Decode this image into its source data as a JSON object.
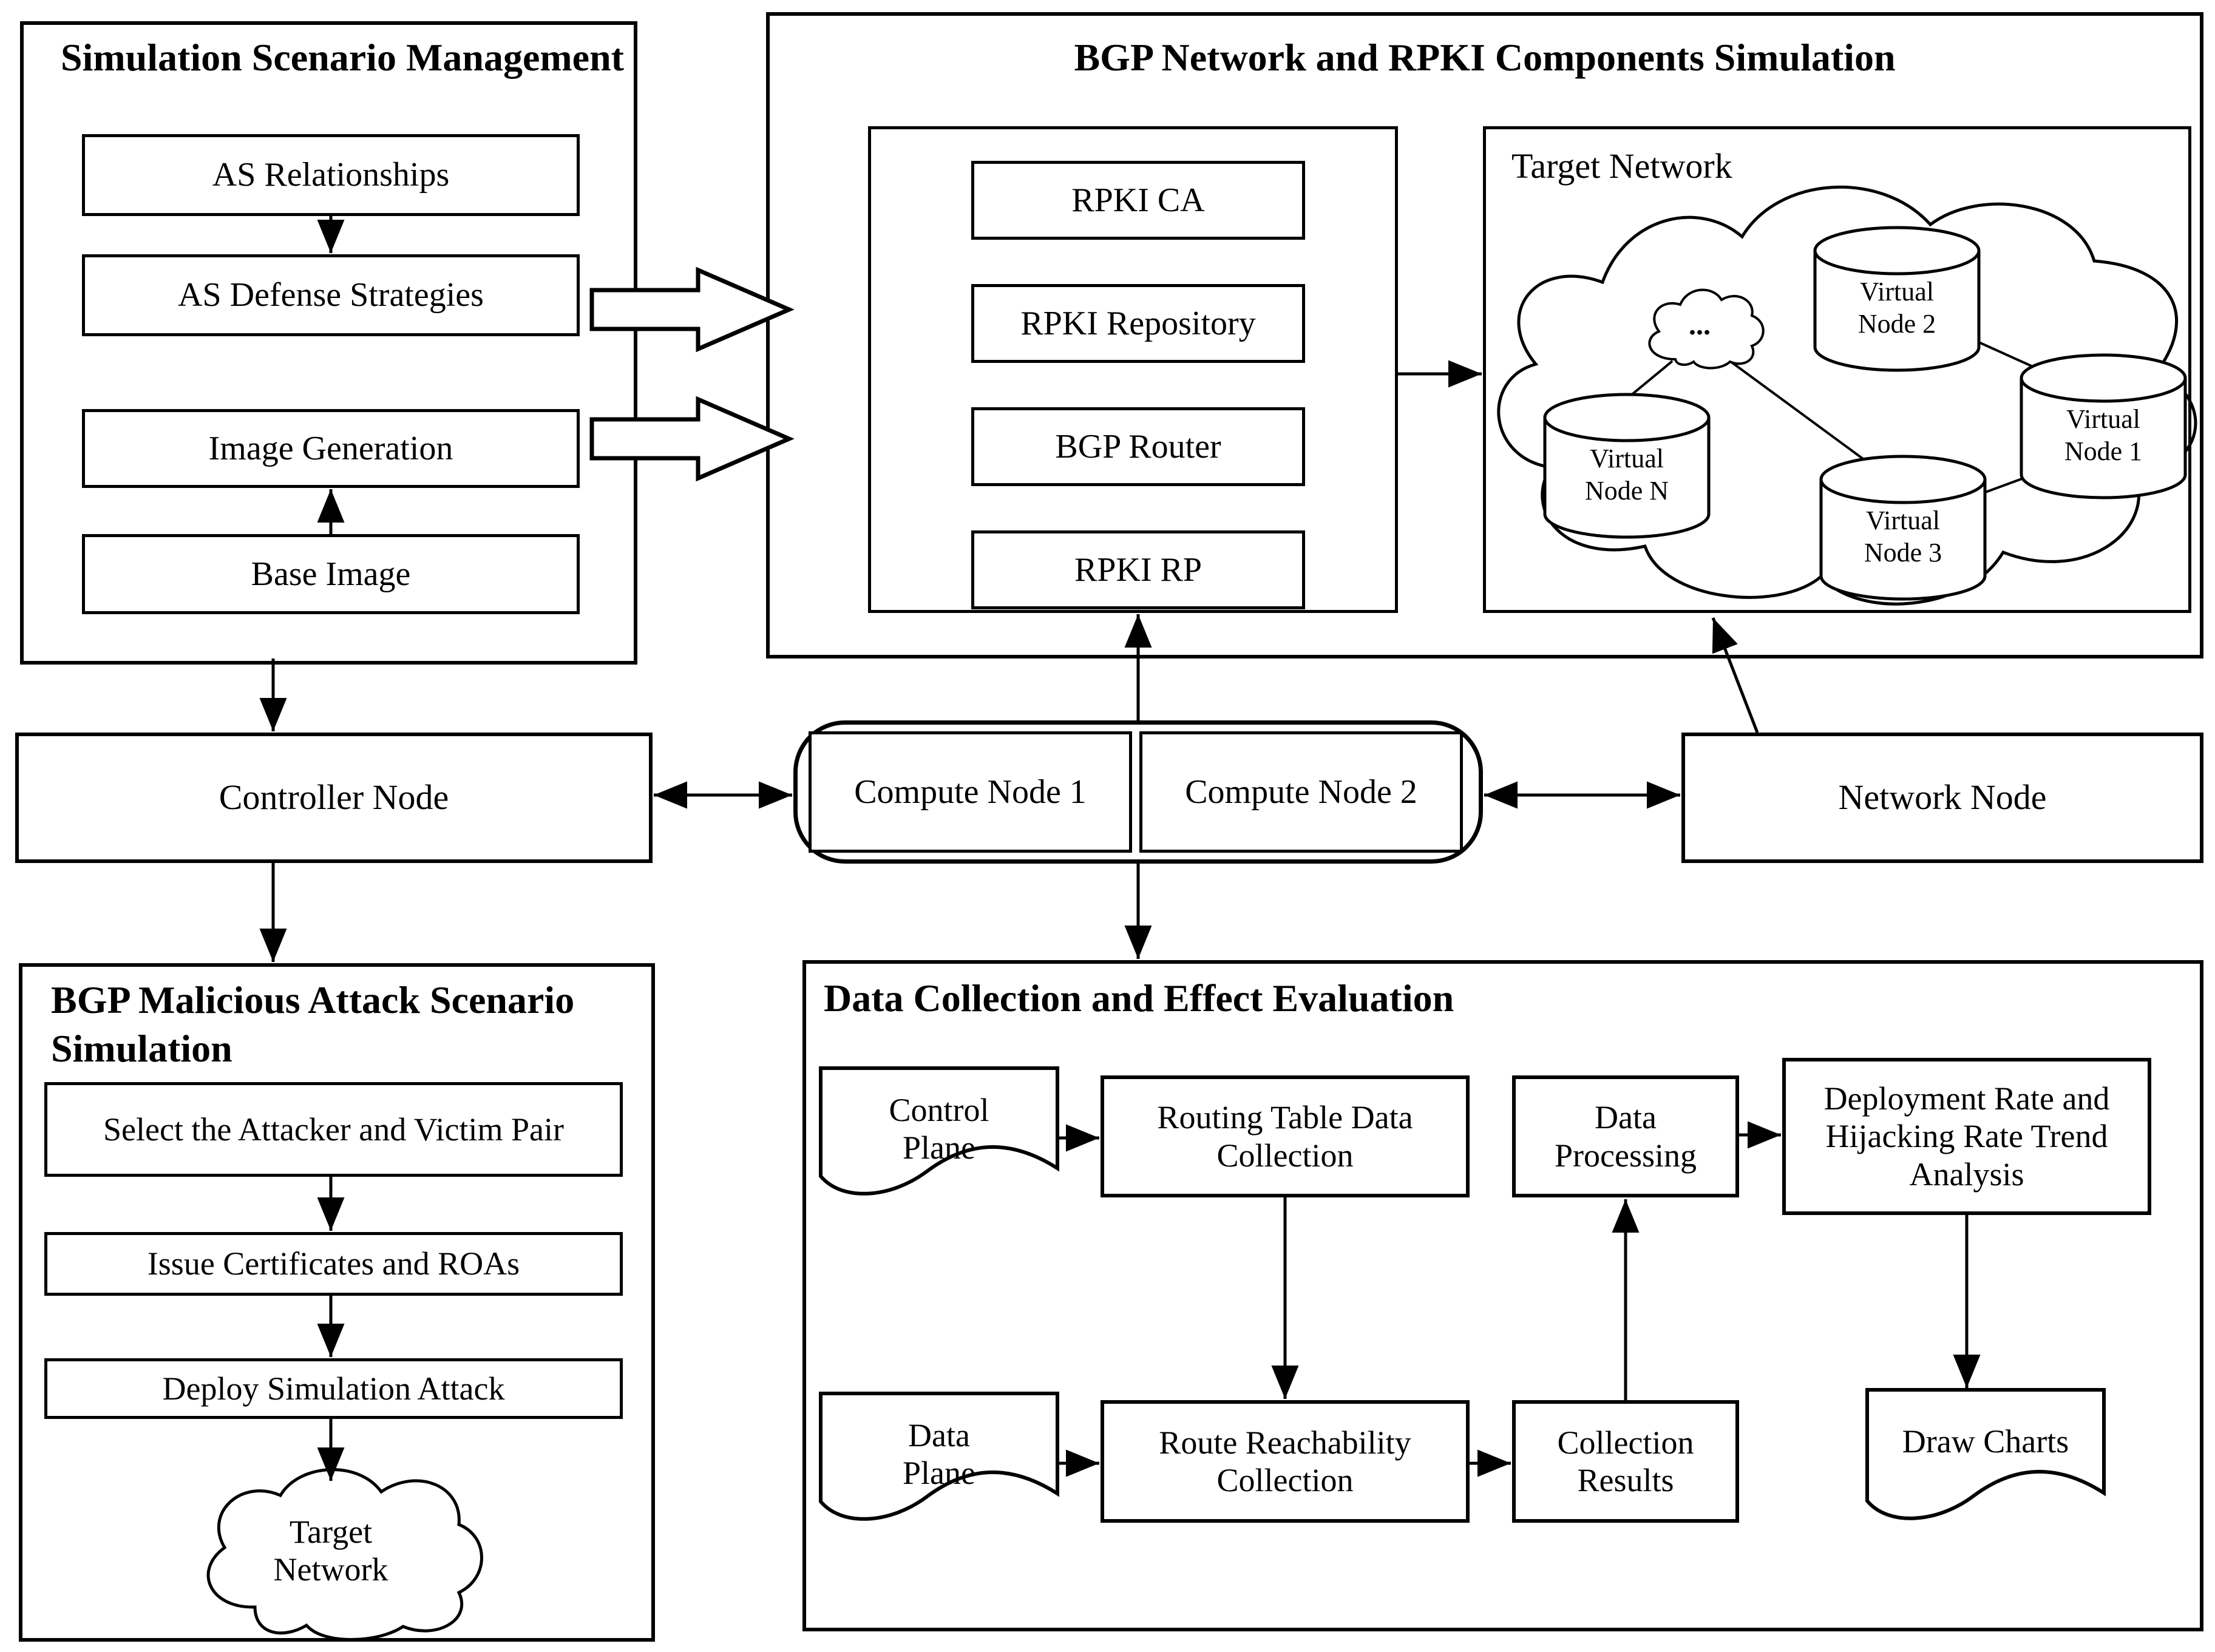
{
  "diagram": {
    "scenario_mgmt": {
      "title": "Simulation Scenario Management",
      "as_relationships": "AS Relationships",
      "as_defense_strategies": "AS Defense Strategies",
      "image_generation": "Image Generation",
      "base_image": "Base Image"
    },
    "bgp_rpki": {
      "title": "BGP Network and RPKI Components Simulation",
      "rpki_ca": "RPKI CA",
      "rpki_repository": "RPKI Repository",
      "bgp_router": "BGP Router",
      "rpki_rp": "RPKI RP",
      "target_network": {
        "title": "Target Network",
        "ellipsis": "...",
        "virtual_node_2": "Virtual\nNode 2",
        "virtual_node_1": "Virtual\nNode 1",
        "virtual_node_n": "Virtual\nNode N",
        "virtual_node_3": "Virtual\nNode 3"
      }
    },
    "nodes": {
      "controller": "Controller Node",
      "compute_1": "Compute Node 1",
      "compute_2": "Compute Node 2",
      "network": "Network Node"
    },
    "attack_sim": {
      "title": "BGP Malicious Attack Scenario\nSimulation",
      "select_pair": "Select the Attacker and Victim Pair",
      "issue_certs": "Issue Certificates and ROAs",
      "deploy_attack": "Deploy Simulation Attack",
      "target_cloud": "Target\nNetwork"
    },
    "data_eval": {
      "title": "Data Collection and Effect Evaluation",
      "control_plane": "Control\nPlane",
      "routing_table": "Routing Table Data\nCollection",
      "data_processing": "Data\nProcessing",
      "deployment_analysis": "Deployment Rate and\nHijacking Rate Trend\nAnalysis",
      "data_plane": "Data\nPlane",
      "route_reachability": "Route Reachability\nCollection",
      "collection_results": "Collection\nResults",
      "draw_charts": "Draw Charts"
    }
  },
  "colors": {
    "stroke": "#000000",
    "background": "#ffffff"
  }
}
